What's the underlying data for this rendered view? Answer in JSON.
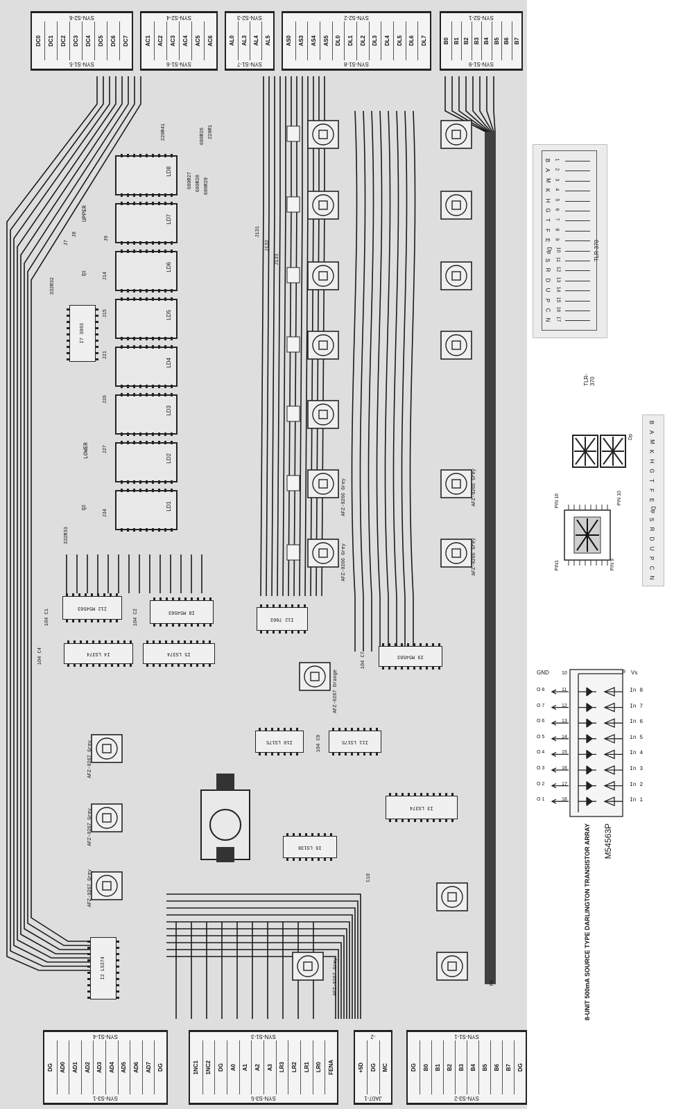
{
  "top_connectors": [
    {
      "id": "c1",
      "top": "SYN-S2-6",
      "bottom": "SYN-S1-5",
      "pins": [
        "DC0",
        "DC1",
        "DC2",
        "DC3",
        "DC4",
        "DC5",
        "DC6",
        "DC7"
      ]
    },
    {
      "id": "c2",
      "top": "SYN-S2-4",
      "bottom": "SYN-S1-6",
      "pins": [
        "AC1",
        "AC2",
        "AC3",
        "AC4",
        "AC5",
        "AC6"
      ]
    },
    {
      "id": "c3",
      "top": "SYN-S2-3",
      "bottom": "SYN-S1-7",
      "pins": [
        "AL0",
        "AL3",
        "AL4",
        "AL5"
      ]
    },
    {
      "id": "c4",
      "top": "SYN-S2-2",
      "bottom": "SYN-S1-8",
      "pins": [
        "AS0",
        "AS3",
        "AS4",
        "AS5",
        "DL0",
        "DL1",
        "DL2",
        "DL3",
        "DL4",
        "DL5",
        "DL6",
        "DL7"
      ]
    },
    {
      "id": "c5",
      "top": "SYN-S2-1",
      "bottom": "SYN-S1-9",
      "pins": [
        "B0",
        "B1",
        "B2",
        "B3",
        "B4",
        "B5",
        "B6",
        "B7"
      ]
    }
  ],
  "bottom_connectors": [
    {
      "id": "b1",
      "top": "SYN-S1-4",
      "bottom": "SYN-S3-1",
      "pins": [
        "DG",
        "AD0",
        "AD1",
        "AD2",
        "AD3",
        "AD4",
        "AD5",
        "AD6",
        "AD7",
        "DG"
      ]
    },
    {
      "id": "b2",
      "top": "SYN-S1-3",
      "bottom": "SYN-S3-5",
      "pins": [
        "1NC1",
        "1NC2",
        "DG",
        "A0",
        "A1",
        "A2",
        "A3",
        "LR3",
        "LR2",
        "LR1",
        "LR0",
        "FENA"
      ]
    },
    {
      "id": "b3",
      "top": "-2",
      "bottom": "JA07-1",
      "pins": [
        "+5D",
        "DG",
        "MC"
      ]
    },
    {
      "id": "b4",
      "top": "SYN-S1-1",
      "bottom": "SYN-S3-2",
      "pins": [
        "DG",
        "B0",
        "B1",
        "B2",
        "B3",
        "B4",
        "B5",
        "B6",
        "B7",
        "DG"
      ]
    }
  ],
  "chips": [
    {
      "id": "i12",
      "label": "I12 M54563"
    },
    {
      "id": "i8",
      "label": "I8 M54563"
    },
    {
      "id": "i4",
      "label": "I4 LS374"
    },
    {
      "id": "i5",
      "label": "I5 LS374"
    },
    {
      "id": "i12b",
      "label": "I12 7003"
    },
    {
      "id": "i17",
      "label": "I7 3003"
    },
    {
      "id": "i9",
      "label": "I9 M54563"
    },
    {
      "id": "i10",
      "label": "I10 LS175"
    },
    {
      "id": "i11",
      "label": "I11 LS175"
    },
    {
      "id": "i3",
      "label": "I3 LS374"
    },
    {
      "id": "i6",
      "label": "I6 LS138"
    },
    {
      "id": "i2",
      "label": "I2 LS374"
    }
  ],
  "digits": [
    "LD8",
    "LD7",
    "LD6",
    "LD5",
    "LD4",
    "LD3",
    "LD2",
    "LD1"
  ],
  "board_labels": {
    "upper": "UPPER",
    "lower": "LOWER",
    "led_grey": "AFZ-0266 Grey",
    "led_orange": "AFZ-0267 Orange",
    "led_grey2": "AFZ-0267 Grey",
    "r1": "220R1",
    "r41": "220R41",
    "r26": "680R26",
    "r27": "680R27",
    "r28": "680R28",
    "r29": "680R29",
    "r33": "332R33",
    "r32": "332R32",
    "q1": "Q1",
    "q2": "Q2",
    "c1": "104 C1",
    "c2": "104 C2",
    "c4": "104 C4",
    "c7": "104 C7",
    "c9": "104 C9",
    "c10": "C10",
    "f8": "F8",
    "j7": "J7",
    "j8": "J8",
    "j9": "J9",
    "j14": "J14",
    "j15": "J15",
    "j21": "J21",
    "j26": "J26",
    "j27": "J27",
    "j34": "J34",
    "j31": "J131",
    "j32": "J132",
    "j33": "J133"
  },
  "tlr370": {
    "name": "TLR-370",
    "segments": [
      "B",
      "A",
      "M",
      "K",
      "H",
      "G",
      "T",
      "F",
      "E",
      "Dp",
      "S",
      "R",
      "D",
      "U",
      "P",
      "C",
      "N"
    ],
    "pins": [
      "1",
      "2",
      "3",
      "4",
      "5",
      "6",
      "7",
      "8",
      "9",
      "10",
      "11",
      "12",
      "13",
      "14",
      "15",
      "16",
      "17"
    ]
  },
  "pin_labels": {
    "pin16": "PIN 16",
    "pin10": "PIN 10",
    "pin1": "PIN1",
    "pin9": "PIN 9",
    "dp": "Dp"
  },
  "seg_row": [
    "B",
    "A",
    "M",
    "K",
    "H",
    "G",
    "T",
    "F",
    "E",
    "Dp",
    "S",
    "R",
    "D",
    "U",
    "P",
    "C",
    "N"
  ],
  "darlington": {
    "gnd": "GND",
    "vs": "Vs",
    "inputs": [
      "In 8",
      "In 7",
      "In 6",
      "in 5",
      "In 4",
      "In 3",
      "In 2",
      "In 1"
    ],
    "outputs": [
      "O 8",
      "O 7",
      "O 6",
      "O 5",
      "O 4",
      "O 3",
      "O 2",
      "O 1"
    ],
    "left_pins": [
      "11",
      "12",
      "13",
      "14",
      "15",
      "16",
      "17",
      "18"
    ],
    "pin10": "10",
    "pin9": "9",
    "title": "8-UNIT 500mA SOURCE TYPE DARLINGTON TRANSISTOR ARRAY",
    "part": "M54563P"
  }
}
